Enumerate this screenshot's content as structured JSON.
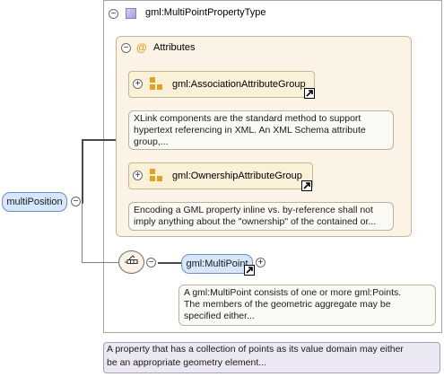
{
  "element": {
    "label": "multiPosition"
  },
  "type": {
    "label": "gml:MultiPointPropertyType"
  },
  "attributes": {
    "label": "Attributes"
  },
  "groups": [
    {
      "label": "gml:AssociationAttributeGroup",
      "doc": [
        "XLink components are the standard method to support",
        "hypertext referencing in XML. An XML Schema attribute",
        "group,..."
      ]
    },
    {
      "label": "gml:OwnershipAttributeGroup",
      "doc": [
        "Encoding a GML property inline vs. by-reference shall not",
        "imply anything about the \"ownership\" of the contained or..."
      ]
    }
  ],
  "child": {
    "label": "gml:MultiPoint",
    "doc": [
      "A gml:MultiPoint consists of one or more gml:Points.",
      "The members of the geometric aggregate may be",
      "specified either..."
    ]
  },
  "element_doc": [
    "A property that has a collection of points as its value domain may either",
    "be an appropriate geometry element..."
  ],
  "icons": {
    "collapse": "minus-toggle",
    "expand": "plus-toggle",
    "type": "complex-type-icon",
    "attribute": "at-sign-icon",
    "group": "attribute-group-icon",
    "sequence": "sequence-compositor-icon",
    "reference": "reference-arrow-icon"
  },
  "colors": {
    "element_fill": "#d6e6fb",
    "attributes_fill": "#fbf4e6",
    "group_fill": "#fbf0d8",
    "doc_fill": "#ebe7f3"
  }
}
